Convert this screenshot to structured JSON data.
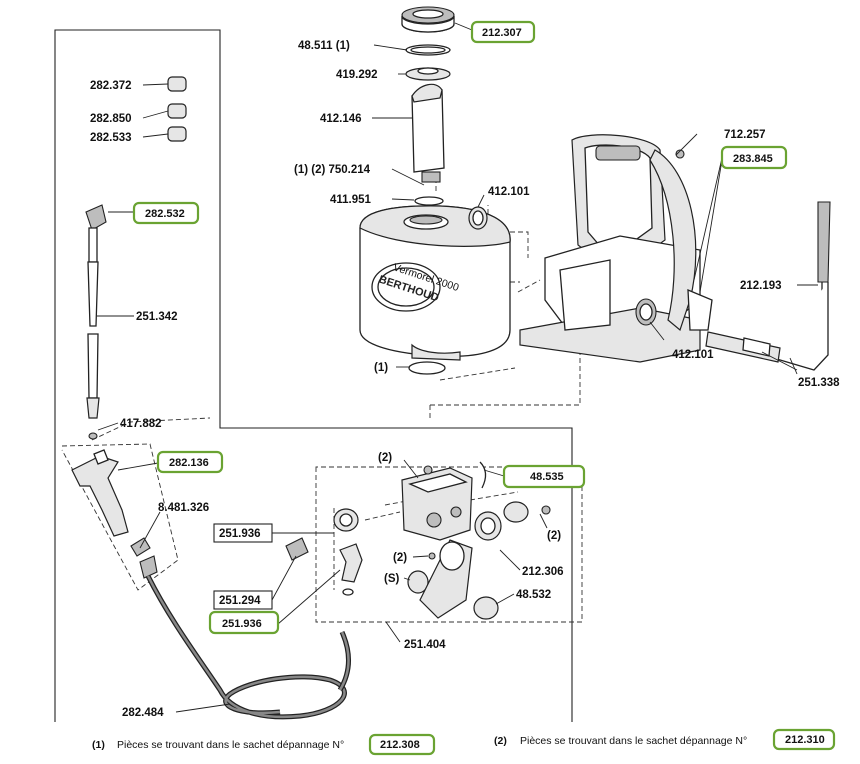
{
  "parts": {
    "p212307": "212.307",
    "p48511": "48.511 (1)",
    "p419292": "419.292",
    "p412146": "412.146",
    "p750214": "(1) (2) 750.214",
    "p411951": "411.951",
    "p412101a": "412.101",
    "p712257": "712.257",
    "p283845": "283.845",
    "p212193": "212.193",
    "p251338": "251.338",
    "p412101b": "412.101",
    "pring1": "(1)",
    "p282372": "282.372",
    "p282850": "282.850",
    "p282533": "282.533",
    "p282532": "282.532",
    "p251342": "251.342",
    "p417882": "417.882",
    "p282136": "282.136",
    "p8481326": "8.481.326",
    "p282484": "282.484",
    "p251936a": "251.936",
    "p251294": "251.294",
    "p251936b": "251.936",
    "pump2top": "(2)",
    "p48535": "48.535",
    "pump2right": "(2)",
    "pump2mid": "(2)",
    "pumpS": "(S)",
    "p212306": "212.306",
    "p48532": "48.532",
    "p251404": "251.404"
  },
  "brand": {
    "name": "BERTHOUD",
    "ring": "Vermorel 2000"
  },
  "footnotes": {
    "n1_marker": "(1)",
    "n1_text": "Pièces se trouvant dans le sachet dépannage N°",
    "n1_code": "212.308",
    "n2_marker": "(2)",
    "n2_text": "Pièces se trouvant dans le sachet dépannage N°",
    "n2_code": "212.310"
  },
  "colors": {
    "highlight_box": "#6aa332",
    "line": "#222222"
  }
}
